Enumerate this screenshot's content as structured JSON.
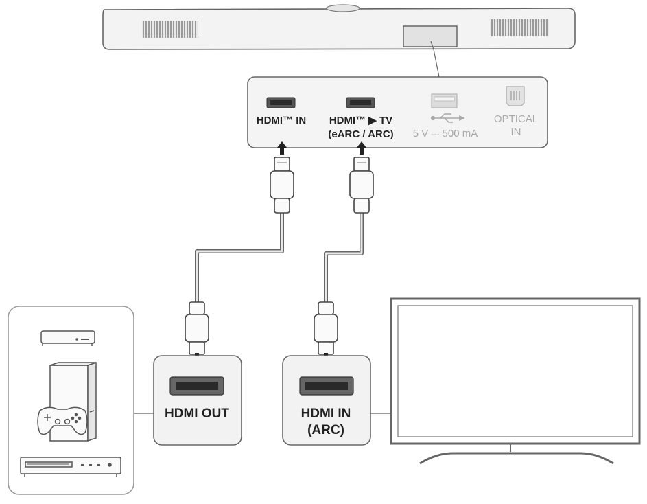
{
  "soundbar_panel": {
    "hdmi_in": "HDMI™ IN",
    "hdmi_tv_line1": "HDMI™ ▶ TV",
    "hdmi_tv_line2": "(eARC / ARC)",
    "usb_label": "5 V ⎓ 500 mA",
    "optical_line1": "OPTICAL",
    "optical_line2": "IN"
  },
  "source_port": {
    "label": "HDMI OUT"
  },
  "tv_port": {
    "line1": "HDMI IN",
    "line2": "(ARC)"
  },
  "colors": {
    "outline": "#555555",
    "box_fill": "#f2f2f2",
    "faint": "#a9a9a9",
    "port_dark": "#333333"
  },
  "icons": [
    "soundbar",
    "hdmi-port-icon",
    "usb-port-icon",
    "usb-symbol-icon",
    "optical-port-icon",
    "hdmi-plug-icon",
    "arrow-icon",
    "set-top-box-icon",
    "game-console-icon",
    "gamepad-icon",
    "blu-ray-player-icon",
    "tv-icon"
  ]
}
